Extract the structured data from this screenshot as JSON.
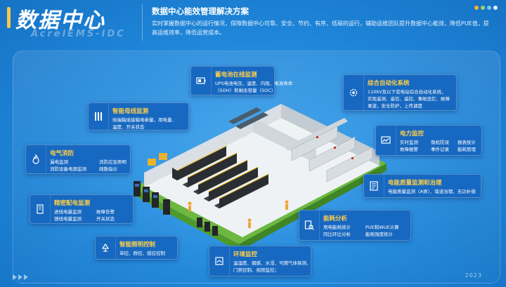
{
  "header": {
    "title": "数据中心",
    "brand": "AcrelEMS-IDC",
    "subtitle": "数据中心能效管理解决方案",
    "description": "实时掌握数据中心的运行情况，保障数据中心可靠、安全、节约、有序、低碳的运行，辅助运维团队提升数据中心能效，降低PUE值，提高运维效率，降低运营成本。"
  },
  "cards": {
    "battery": {
      "title": "蓄电池在线监测",
      "l1": "UPS电池电压、温度、内阻、电池寿命",
      "l2": "（SOH）和剩余容量（SOC）"
    },
    "auto": {
      "title": "综合自动化系统",
      "l1": "110kV及以下变电站综合自动化系统，",
      "l2": "实现遥测、遥信、遥控、事故追忆、故障",
      "l3": "录波，安全防护，上传调度"
    },
    "busbar": {
      "title": "智能母线监测",
      "l1": "始端箱插接箱电参量，用电量、",
      "l2": "温度、开关状态"
    },
    "power": {
      "title": "电力监控",
      "a1": "实时监测",
      "a2": "故障报警",
      "b1": "微机防误",
      "b2": "事件记录",
      "c1": "报表统计",
      "c2": "能耗管理"
    },
    "fire": {
      "title": "电气消防",
      "a1": "漏电监测",
      "a2": "消防设备电源监测",
      "b1": "消防应急照明",
      "b2": "疏散指示"
    },
    "quality": {
      "title": "电能质量监测和治理",
      "l1": "电能质量监测（A类）、谐波治理、无功补偿"
    },
    "precision": {
      "title": "精密配电监测",
      "a1": "进线电量监测",
      "a2": "馈线电量监测",
      "b1": "故障告警",
      "b2": "开关状态"
    },
    "energy": {
      "title": "能耗分析",
      "a1": "用电能耗统计",
      "a2": "同比环比分析",
      "b1": "PUE和WUE计算",
      "b2": "能耗强度统计"
    },
    "lighting": {
      "title": "智能照明控制",
      "l1": "单控、群控、感应控制"
    },
    "environment": {
      "title": "环境监控",
      "l1": "温湿度、烟感、水浸、可燃气体探测、",
      "l2": "门禁控制、视频监控；"
    }
  },
  "footer": {
    "year": "2023"
  },
  "colors": {
    "background": "#1d84d8",
    "card": "#1768c0",
    "accent": "#ffd04a",
    "floor": "#7bc64a"
  },
  "icons": [
    "battery-icon",
    "gear-icon",
    "busbar-icon",
    "chart-icon",
    "fire-icon",
    "quality-icon",
    "cabinet-icon",
    "analysis-icon",
    "lighting-icon",
    "environment-icon"
  ]
}
